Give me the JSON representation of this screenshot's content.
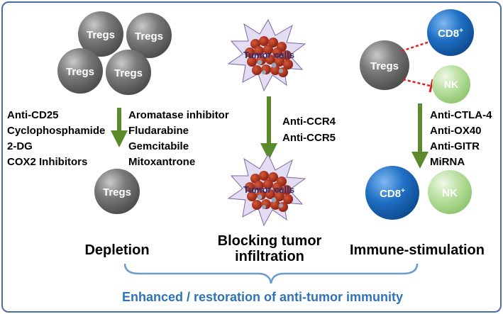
{
  "cells": {
    "tregs": "Tregs",
    "cd8": "CD8",
    "cd8_sup": "+",
    "nk": "NK",
    "tumor": "Tumor cells"
  },
  "depletion": {
    "left_agents": [
      "Anti-CD25",
      "Cyclophosphamide",
      "2-DG",
      "COX2 Inhibitors"
    ],
    "right_agents": [
      "Aromatase inhibitor",
      "Fludarabine",
      "Gemcitabile",
      "Mitoxantrone"
    ],
    "title": "Depletion"
  },
  "blocking": {
    "agents": [
      "Anti-CCR4",
      "Anti-CCR5"
    ],
    "title_line1": "Blocking tumor",
    "title_line2": "infiltration"
  },
  "stimulation": {
    "agents": [
      "Anti-CTLA-4",
      "Anti-OX40",
      "Anti-GITR",
      "MiRNA"
    ],
    "title": "Immune-stimulation"
  },
  "footer": "Enhanced / restoration of anti-tumor immunity",
  "colors": {
    "frame": "#4a6fa5",
    "arrow": "#5a8a2a",
    "footer_text": "#2e74b5",
    "cd8": "#1f6fc4",
    "nk": "#b9dfa0",
    "tregs": "#6b6b6b",
    "tumor_star": "#e3dcf2",
    "tumor_cell": "#a52a1a",
    "inhibit": "#e02020"
  }
}
